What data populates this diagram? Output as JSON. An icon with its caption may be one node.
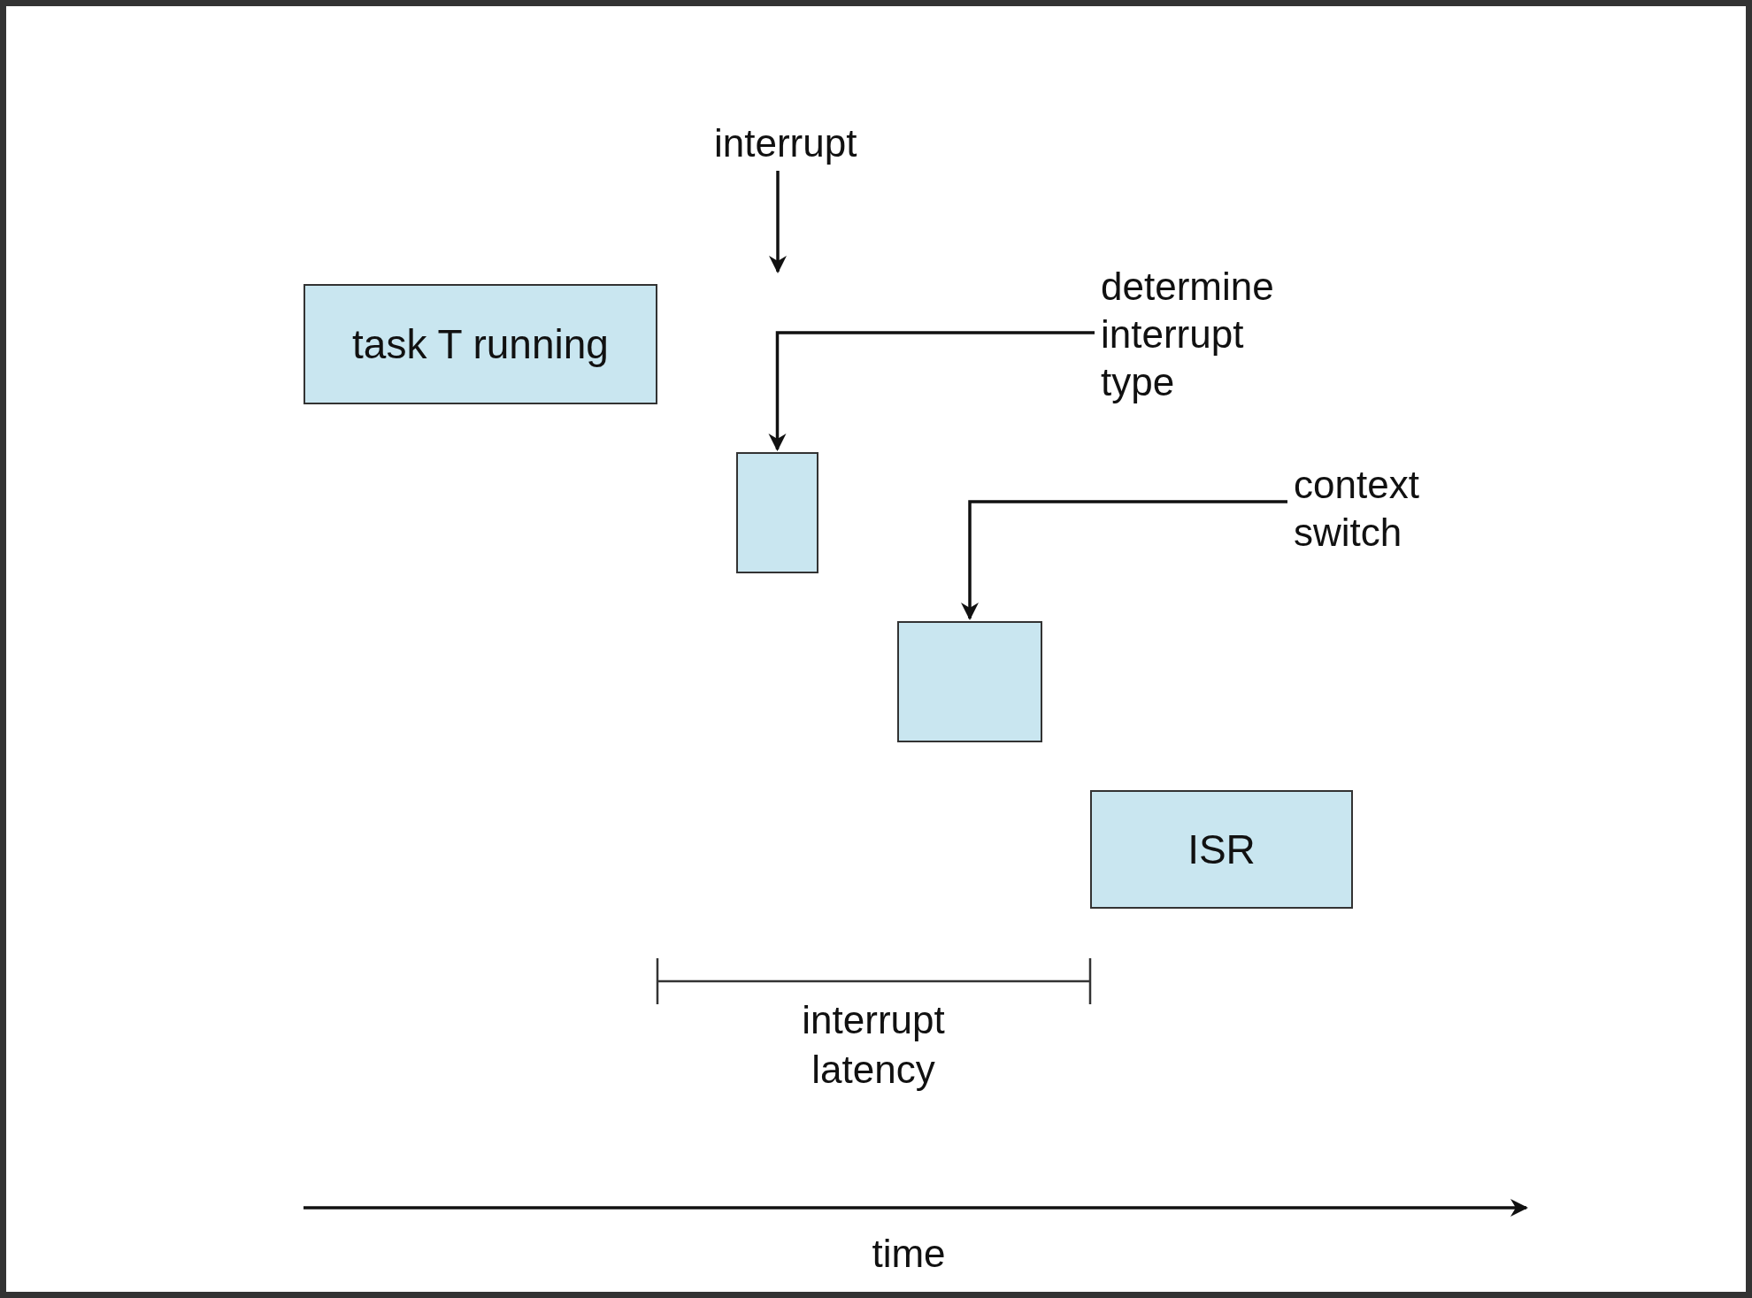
{
  "diagram": {
    "nodes": [
      {
        "text": [
          "interrupt"
        ]
      },
      {
        "text": [
          "determine interrupt type"
        ]
      },
      {
        "text": [
          "task T running"
        ]
      },
      {
        "text": [],
        "shape": "box"
      },
      {
        "text": [
          "context switch"
        ]
      },
      {
        "text": [],
        "shape": "box"
      },
      {
        "text": [
          "ISR"
        ]
      }
    ],
    "edges": [
      {
        "from": 0,
        "to": null,
        "arrow": "to"
      },
      {
        "from": 1,
        "to": 3,
        "arrow": "to"
      },
      {
        "from": 4,
        "to": 5,
        "arrow": "to"
      }
    ],
    "labels": [
      "interrupt latency",
      "time"
    ]
  }
}
